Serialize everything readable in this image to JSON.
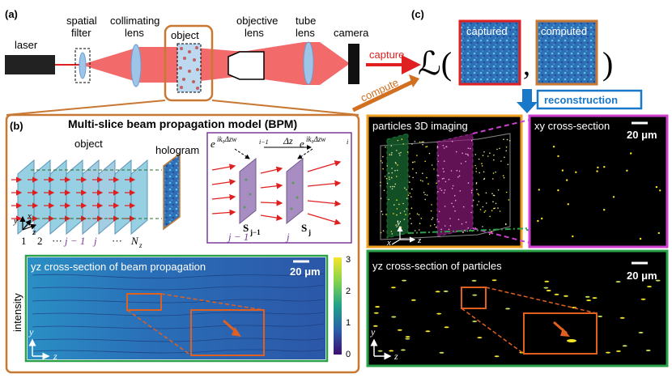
{
  "panel_a": {
    "label": "(a)",
    "components": {
      "laser": "laser",
      "spatial_filter_1": "spatial",
      "spatial_filter_2": "filter",
      "collimating_1": "collimating",
      "collimating_2": "lens",
      "object": "object",
      "objective_1": "objective",
      "objective_2": "lens",
      "tube_1": "tube",
      "tube_2": "lens",
      "camera": "camera"
    }
  },
  "panel_c": {
    "label": "(c)",
    "capture": "capture",
    "compute": "compute",
    "loss_symbol": "ℒ(",
    "comma": ",",
    "close_paren": ")",
    "captured": "captured",
    "computed": "computed",
    "reconstruction": "reconstruction"
  },
  "panel_b": {
    "label": "(b)",
    "title": "Multi-slice beam propagation model (BPM)",
    "object": "object",
    "hologram": "hologram",
    "slice_index_1": "1",
    "slice_index_2": "2",
    "slice_dots": "···",
    "slice_j_minus_1": "j − 1",
    "slice_j": "j",
    "slice_dots_2": "···",
    "slice_nz": "N",
    "slice_nz_sub": "z",
    "phase_left": "e",
    "phase_left_exp": "ik₀Δzw",
    "phase_left_sub": "i−1",
    "delta_z": "Δz",
    "phase_right": "e",
    "phase_right_exp": "ik₀Δzw",
    "phase_right_sub": "i",
    "s_prev": "S",
    "s_prev_sub": "j−1",
    "s_cur": "S",
    "s_cur_sub": "j",
    "j_prev_label": "j − 1",
    "j_label": "j"
  },
  "yz_beam": {
    "title": "yz cross-section of beam propagation",
    "scale_bar": "20 μm",
    "ylabel": "intensity",
    "colorbar_ticks": [
      "3",
      "2",
      "1",
      "0"
    ]
  },
  "particles_3d": {
    "title": "particles 3D imaging"
  },
  "xy_section": {
    "title": "xy cross-section",
    "scale_bar": "20 μm"
  },
  "yz_particles": {
    "title": "yz cross-section of particles",
    "scale_bar": "20 μm"
  },
  "axes": {
    "x": "x",
    "y": "y",
    "z": "z"
  },
  "colors": {
    "beam_red": "#f05050",
    "panel_b_border": "#c87832",
    "green_border": "#2aa04a",
    "orange_border": "#f0a020",
    "magenta_border": "#d040d0",
    "capture_arrow": "#e02020",
    "compute_arrow": "#d07020",
    "reconstruction_blue": "#1a78c8"
  }
}
